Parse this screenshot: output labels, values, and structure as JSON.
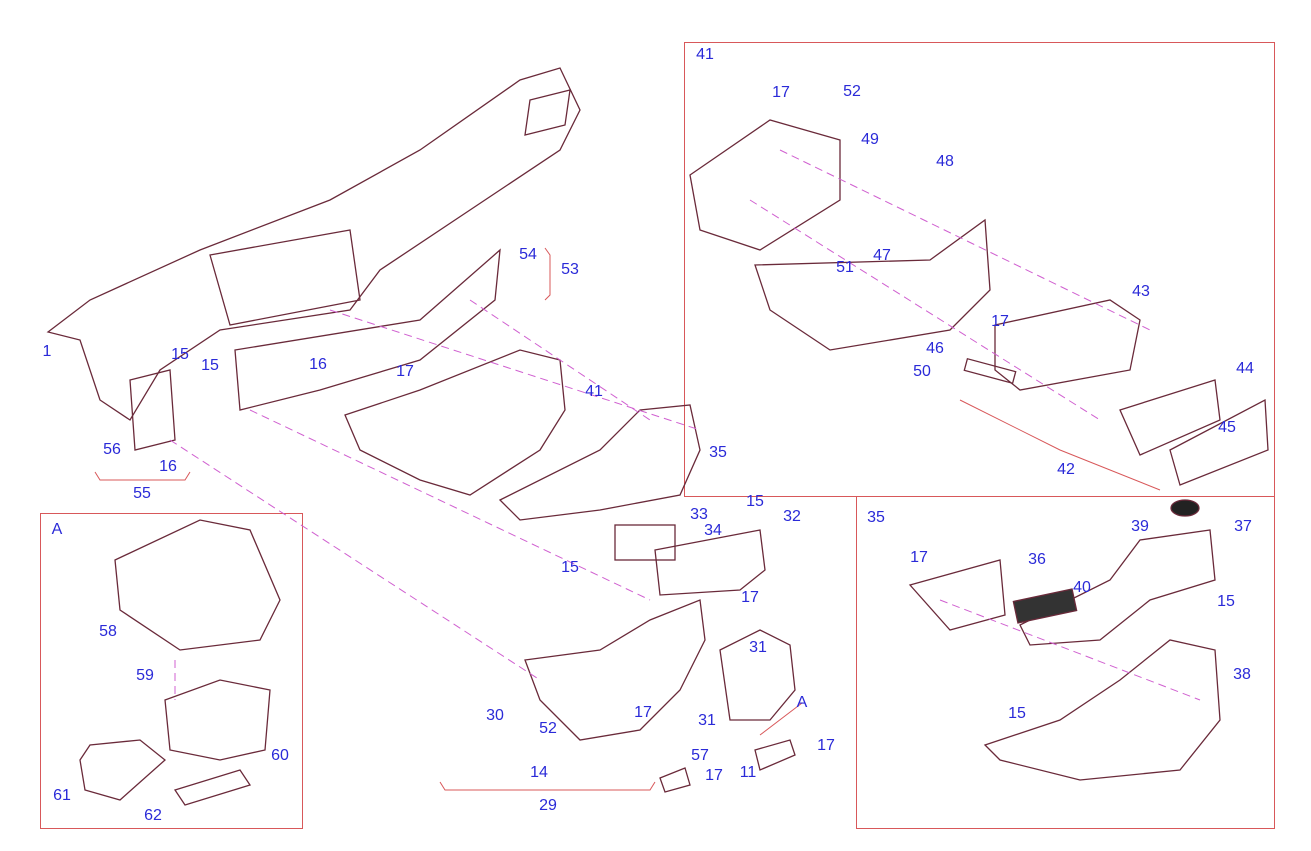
{
  "diagram": {
    "main_callouts": [
      "1",
      "15",
      "15",
      "16",
      "17",
      "54",
      "53",
      "41",
      "35",
      "56",
      "16",
      "55",
      "15",
      "32",
      "33",
      "34",
      "15",
      "17",
      "31",
      "A",
      "30",
      "52",
      "17",
      "31",
      "14",
      "57",
      "17",
      "11",
      "17",
      "29"
    ],
    "detail_a": {
      "title": "A",
      "callouts": [
        "58",
        "59",
        "60",
        "61",
        "62"
      ]
    },
    "detail_41": {
      "title": "41",
      "callouts": [
        "17",
        "52",
        "49",
        "48",
        "47",
        "51",
        "43",
        "17",
        "46",
        "50",
        "44",
        "45",
        "42"
      ]
    },
    "detail_35": {
      "title": "35",
      "callouts": [
        "17",
        "36",
        "39",
        "37",
        "40",
        "15",
        "38",
        "15"
      ]
    },
    "colors": {
      "label": "#2a2ad8",
      "frame": "#d8585a",
      "leader": "#d060d0",
      "line": "#6a2a3a"
    }
  }
}
